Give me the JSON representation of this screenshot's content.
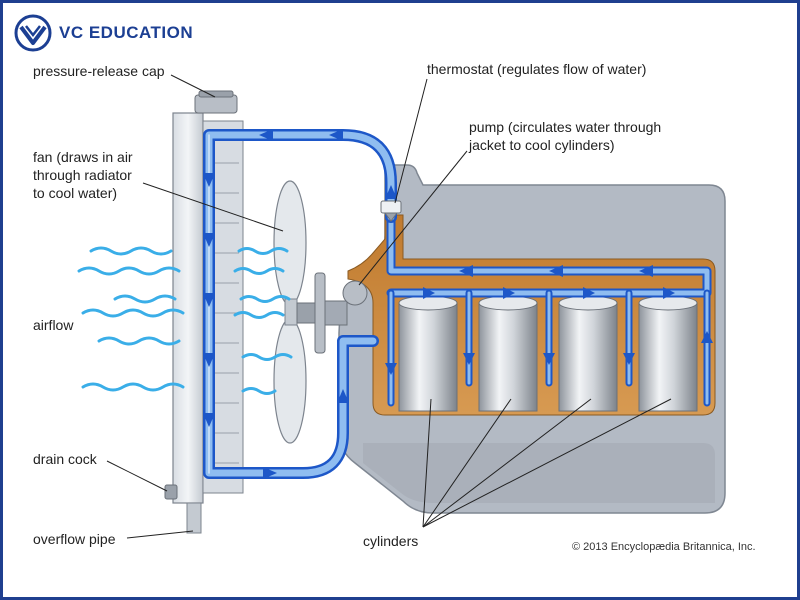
{
  "brand": {
    "name": "VC EDUCATION",
    "logo_icon": "vc-shield-logo-icon"
  },
  "labels": {
    "pressure_release_cap": "pressure-release cap",
    "fan_line1": "fan (draws in air",
    "fan_line2": "through radiator",
    "fan_line3": "to cool water)",
    "airflow": "airflow",
    "drain_cock": "drain cock",
    "overflow_pipe": "overflow pipe",
    "thermostat": "thermostat (regulates flow of water)",
    "pump_line1": "pump (circulates water through",
    "pump_line2": "jacket to cool cylinders)",
    "cylinders": "cylinders"
  },
  "copyright": "© 2013 Encyclopædia Britannica, Inc.",
  "colors": {
    "frame": "#1f3f8f",
    "brand": "#1c3f93",
    "water": "#8fbdf0",
    "water_edge": "#1d57c8",
    "coolant": "#c98a3e",
    "engine_block": "#b3bac4",
    "airflow": "#3aaee8"
  }
}
